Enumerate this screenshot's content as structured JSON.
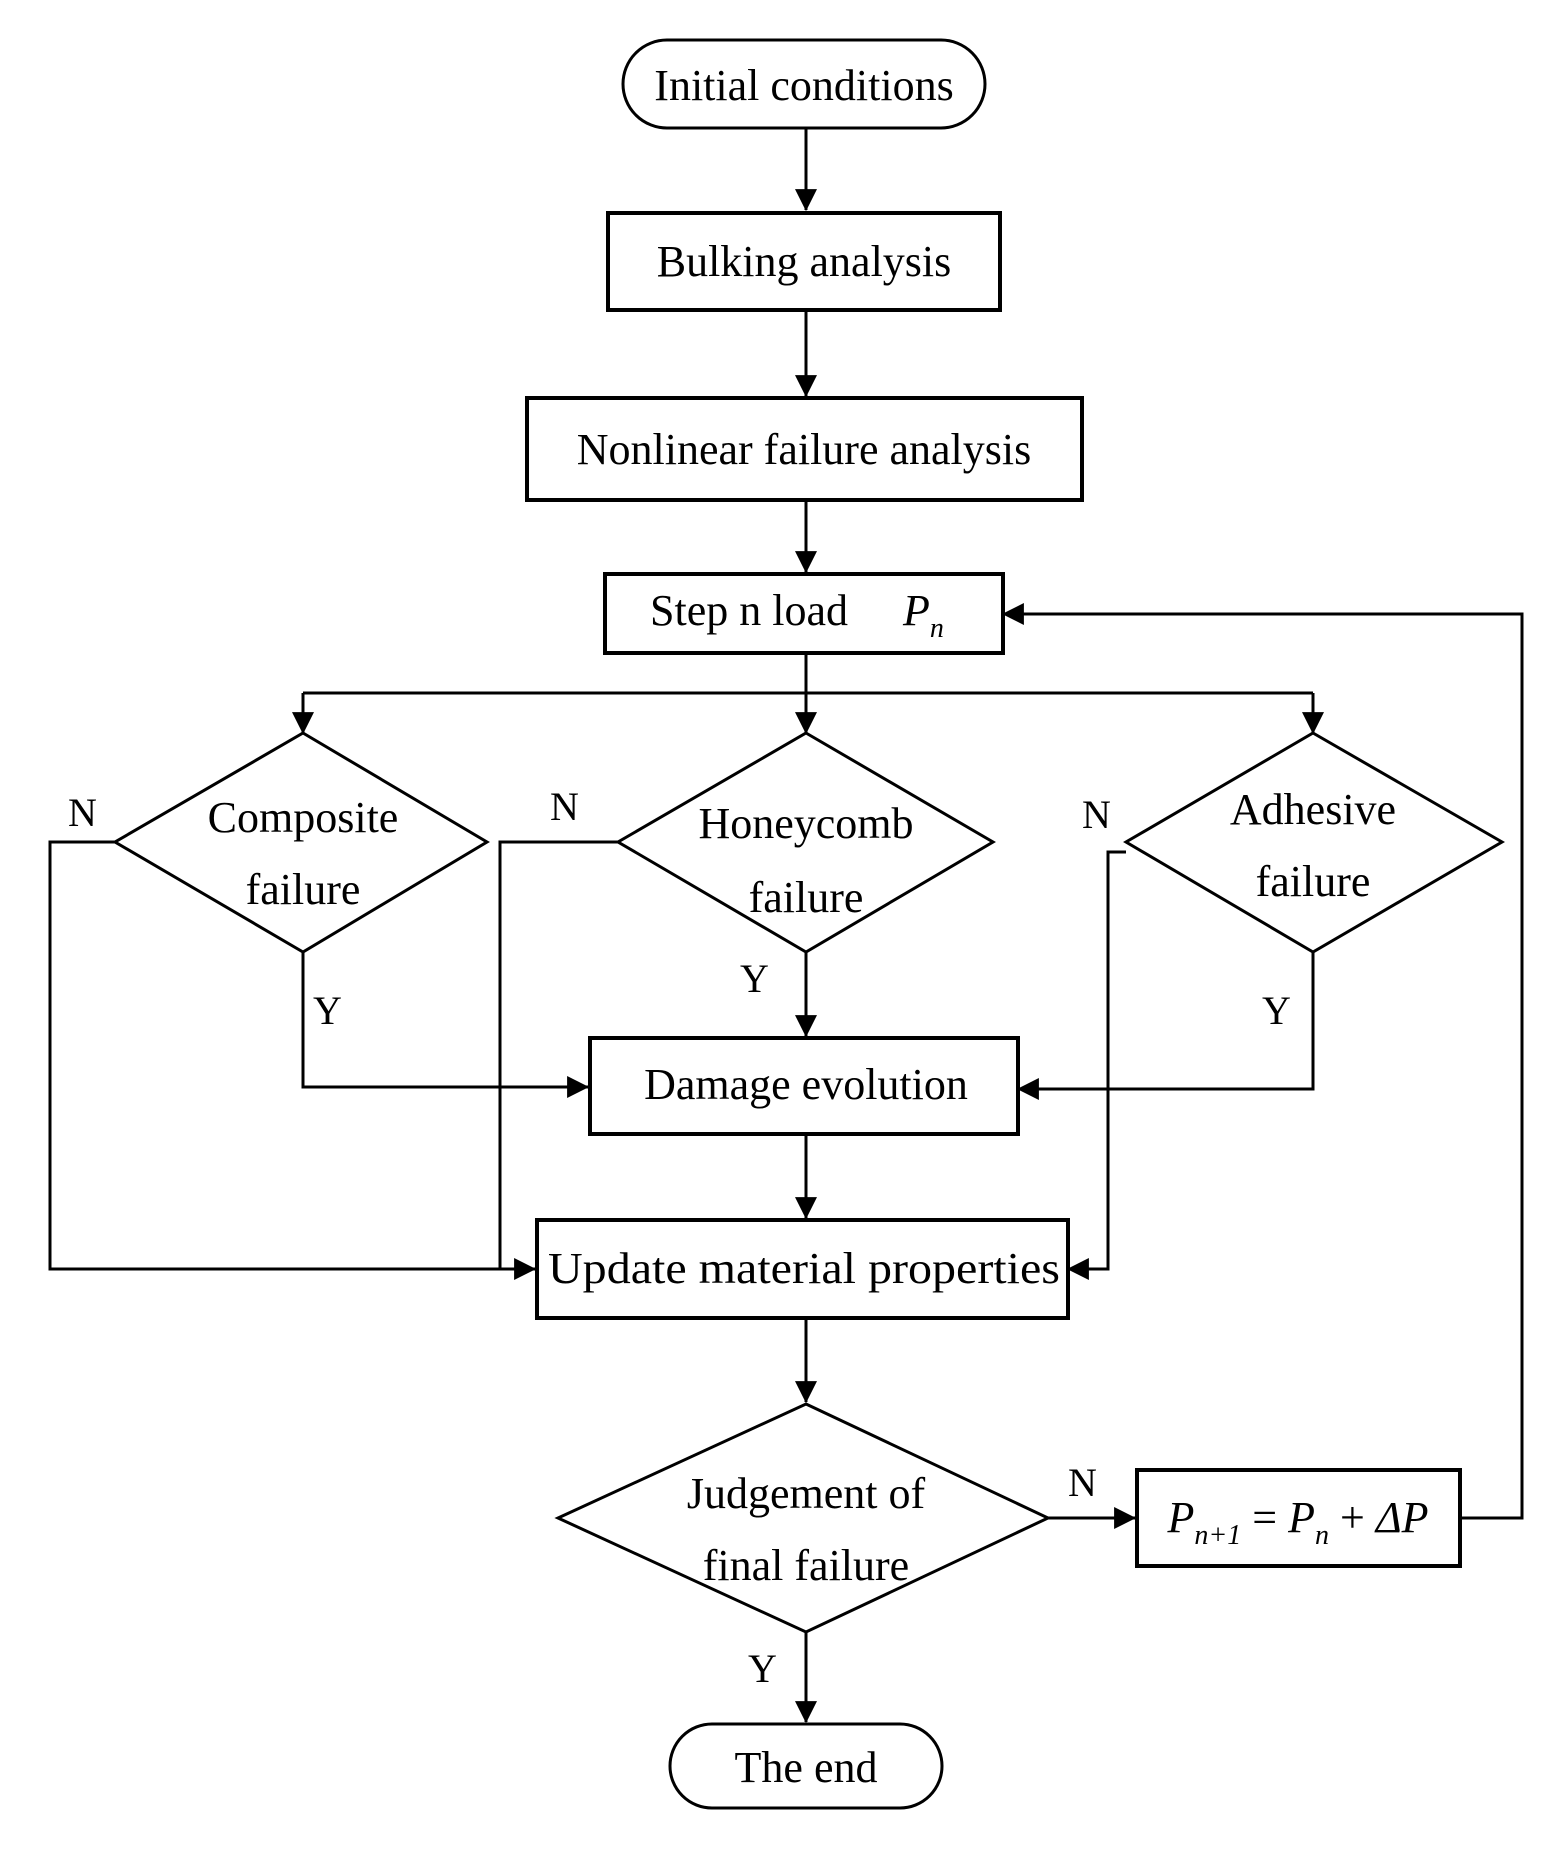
{
  "nodes": {
    "start": "Initial conditions",
    "bulking": "Bulking analysis",
    "nonlinear": "Nonlinear failure analysis",
    "step": {
      "label": "Step n load",
      "symbol": "P",
      "subscript": "n"
    },
    "composite": {
      "line1": "Composite",
      "line2": "failure"
    },
    "honeycomb": {
      "line1": "Honeycomb",
      "line2": "failure"
    },
    "adhesive": {
      "line1": "Adhesive",
      "line2": "failure"
    },
    "damage": "Damage evolution",
    "update": "Update material properties",
    "judgement": {
      "line1": "Judgement of",
      "line2": "final failure"
    },
    "increment": {
      "lhs": "P",
      "lhs_sub": "n+1",
      "eq": " = ",
      "rhs": "P",
      "rhs_sub": "n",
      "plus": " + ",
      "delta": "ΔP"
    },
    "end": "The end"
  },
  "labels": {
    "no": "N",
    "yes": "Y"
  }
}
